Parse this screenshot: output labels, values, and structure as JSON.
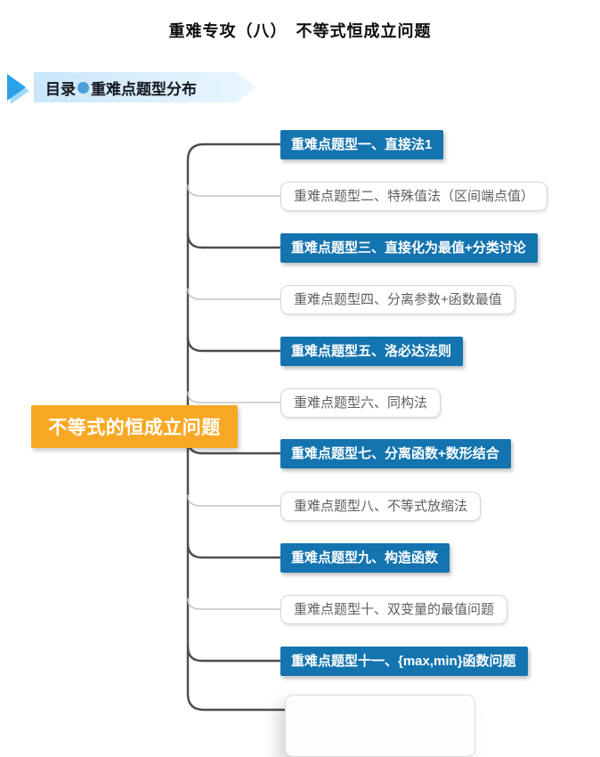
{
  "page": {
    "title": "重难专攻（八）　不等式恒成立问题"
  },
  "toc_banner": {
    "prefix": "目录",
    "label": "重难点题型分布"
  },
  "mindmap": {
    "root": {
      "label": "不等式的恒成立问题"
    },
    "nodes": [
      {
        "label": "重难点题型一、直接法1",
        "style": "solid"
      },
      {
        "label": "重难点题型二、特殊值法（区间端点值）",
        "style": "outline"
      },
      {
        "label": "重难点题型三、直接化为最值+分类讨论",
        "style": "solid"
      },
      {
        "label": "重难点题型四、分离参数+函数最值",
        "style": "outline"
      },
      {
        "label": "重难点题型五、洛必达法则",
        "style": "solid"
      },
      {
        "label": "重难点题型六、同构法",
        "style": "outline"
      },
      {
        "label": "重难点题型七、分离函数+数形结合",
        "style": "solid"
      },
      {
        "label": "重难点题型八、不等式放缩法",
        "style": "outline"
      },
      {
        "label": "重难点题型九、构造函数",
        "style": "solid"
      },
      {
        "label": "重难点题型十、双变量的最值问题",
        "style": "outline"
      },
      {
        "label": "重难点题型十一、{max,min}函数问题",
        "style": "solid"
      },
      {
        "label": "",
        "style": "outline-partial"
      }
    ]
  },
  "colors": {
    "accent_blue": "#1474AF",
    "root_orange": "#F9A825",
    "banner_bg_start": "#C9E6F9",
    "banner_bg_end": "#EAF7FE",
    "play_icon_blue": "#2BA1E9",
    "bullet_blue": "#4E9FD8",
    "branch_dark": "#4D4D4D",
    "branch_light": "#C6C6C6",
    "outline_border": "#D6D6D6",
    "outline_text": "#5F5F5F"
  }
}
